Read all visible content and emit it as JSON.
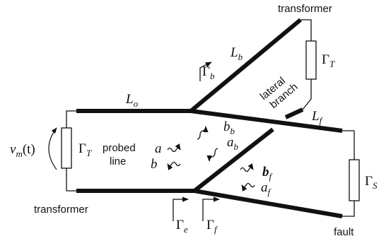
{
  "labels": {
    "transformer_top": "transformer",
    "transformer_left": "transformer",
    "fault": "fault",
    "lateral_branch_line1": "lateral",
    "lateral_branch_line2": "branch",
    "probed_line_line1": "probed",
    "probed_line_line2": "line"
  },
  "math": {
    "L_o": {
      "main": "L",
      "sub": "o"
    },
    "L_b": {
      "main": "L",
      "sub": "b"
    },
    "L_f": {
      "main": "L",
      "sub": "f"
    },
    "Gamma_T_left": {
      "main": "Γ",
      "sub": "T"
    },
    "Gamma_T_right": {
      "main": "Γ",
      "sub": "T"
    },
    "Gamma_S": {
      "main": "Γ",
      "sub": "S"
    },
    "Gamma_b": {
      "main": "Γ",
      "sub": "b"
    },
    "Gamma_e": {
      "main": "Γ",
      "sub": "e"
    },
    "Gamma_f": {
      "main": "Γ",
      "sub": "f"
    },
    "v_m": {
      "main": "v",
      "sub": "m",
      "arg": "(t)"
    },
    "a": "a",
    "b": "b",
    "a_b": {
      "main": "a",
      "sub": "b"
    },
    "b_b": {
      "main": "b",
      "sub": "b"
    },
    "a_f": {
      "main": "a",
      "sub": "f"
    },
    "b_f": {
      "main": "b",
      "sub": "f"
    }
  }
}
